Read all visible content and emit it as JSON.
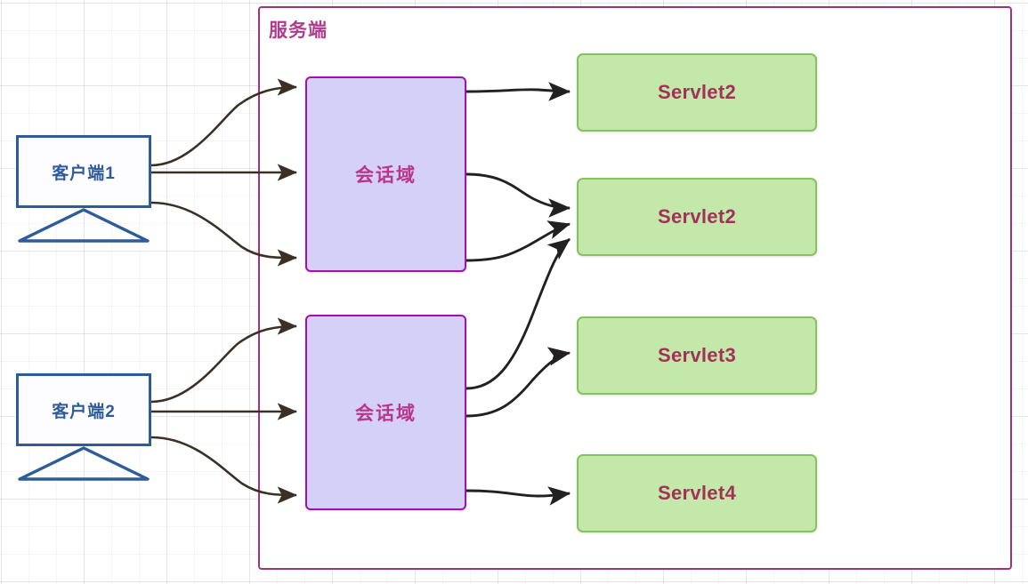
{
  "diagram": {
    "title": "服务端",
    "background": "grid",
    "colors": {
      "server_border": "#a0337d",
      "server_title_text": "#b03c8e",
      "client_border": "#2e5b9a",
      "client_text": "#2e5b9a",
      "session_fill": "#d4d0f7",
      "session_border": "#a30fb3",
      "session_text": "#b8368c",
      "servlet_fill": "#c3e8aa",
      "servlet_border": "#86c25e",
      "servlet_text": "#a33259",
      "arrow_upper": "#3b3025",
      "arrow_lower": "#23211f"
    }
  },
  "clients": [
    {
      "label": "客户端1"
    },
    {
      "label": "客户端2"
    }
  ],
  "sessions": [
    {
      "label": "会话域"
    },
    {
      "label": "会话域"
    }
  ],
  "servlets": [
    {
      "label": "Servlet2"
    },
    {
      "label": "Servlet2"
    },
    {
      "label": "Servlet3"
    },
    {
      "label": "Servlet4"
    }
  ]
}
